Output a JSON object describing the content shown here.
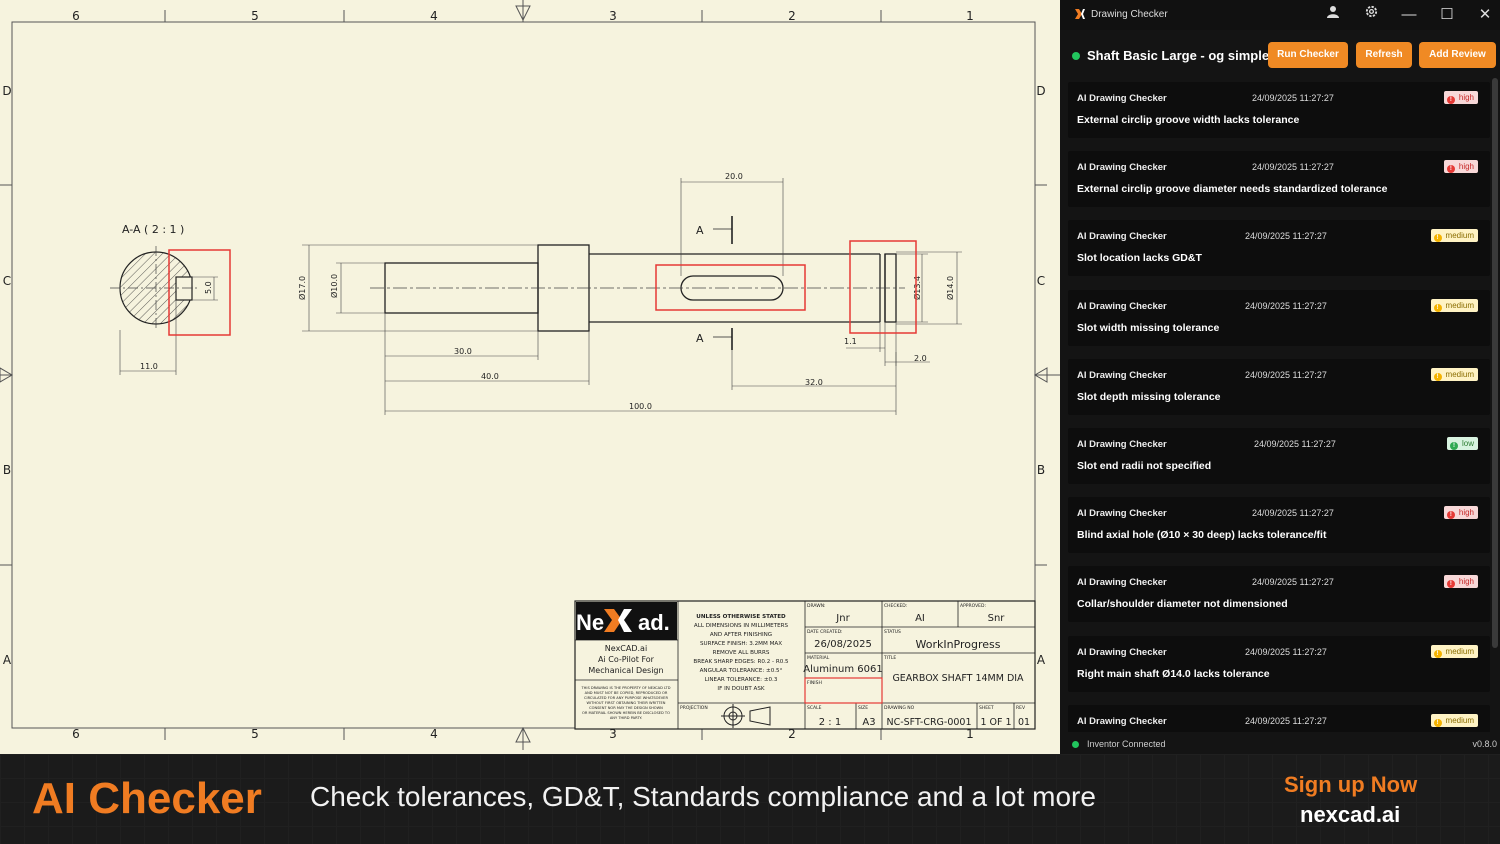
{
  "drawing": {
    "zone_cols": [
      "6",
      "5",
      "4",
      "3",
      "2",
      "1"
    ],
    "zone_rows": [
      "D",
      "C",
      "B",
      "A"
    ],
    "section_label": "A-A ( 2 : 1 )",
    "section_marks": [
      "A",
      "A"
    ],
    "dimensions": {
      "slot_depth": "5.0",
      "section_width": "11.0",
      "bore_dia": "Ø10.0",
      "collar_dia": "Ø17.0",
      "bore_depth": "30.0",
      "shaft_step": "40.0",
      "slot_len": "20.0",
      "slot_pos": "32.0",
      "overall": "100.0",
      "groove_dia": "Ø13.4",
      "shaft_dia": "Ø14.0",
      "groove_pos": "1.1",
      "groove_width": "2.0"
    },
    "title_block": {
      "logo_ne": "Ne",
      "logo_cad": "ad.",
      "company": [
        "NexCAD.ai",
        "Ai Co-Pilot For",
        "Mechanical Design"
      ],
      "notes": [
        "UNLESS OTHERWISE STATED",
        "ALL DIMENSIONS IN MILLIMETERS",
        "AND AFTER FINISHING",
        "SURFACE FINISH: 3.2MM MAX",
        "REMOVE ALL BURRS",
        "BREAK SHARP EDGES: R0.2 - R0.5",
        "ANGULAR TOLERANCE: ±0.5°",
        "LINEAR TOLERANCE: ±0.3",
        "IF IN DOUBT ASK"
      ],
      "disclaimer": [
        "THIS DRAWING IS THE PROPERTY OF NEXCAD LTD",
        "AND MUST NOT BE COPIED, REPRODUCED OR",
        "CIRCULATED FOR ANY PURPOSE WHATSOEVER",
        "WITHOUT FIRST OBTAINING THEIR WRITTEN",
        "CONSENT NOR MAY THE DESIGN SHOWN",
        "OR MATERIAL SHOWN HEREIN BE DISCLOSED TO",
        "ANY THIRD PARTY."
      ],
      "drawn_label": "DRAWN:",
      "drawn": "Jnr",
      "checked_label": "CHECKED:",
      "checked": "AI",
      "approved_label": "APPROVED:",
      "approved": "Snr",
      "date_label": "DATE CREATED:",
      "date": "26/08/2025",
      "status_label": "STATUS",
      "status": "WorkInProgress",
      "material_label": "MATERIAL",
      "material": "Aluminum 6061",
      "title_label": "TITLE",
      "title": "GEARBOX SHAFT 14MM DIA",
      "finish_label": "FINISH",
      "projection_label": "PROJECTION",
      "scale_label": "SCALE",
      "scale": "2 : 1",
      "size_label": "SIZE",
      "size": "A3",
      "drawing_no_label": "DRAWING NO",
      "drawing_no": "NC-SFT-CRG-0001",
      "sheet_label": "SHEET",
      "sheet": "1 OF 1",
      "rev_label": "REV",
      "rev": "01"
    }
  },
  "panel": {
    "app_title": "Drawing Checker",
    "doc_name": "Shaft Basic Large - og simple",
    "buttons": {
      "run": "Run Checker",
      "refresh": "Refresh",
      "add_review": "Add Review"
    },
    "issues": [
      {
        "source": "AI Drawing Checker",
        "time": "24/09/2025 11:27:27",
        "severity": "high",
        "message": "External circlip groove width lacks tolerance"
      },
      {
        "source": "AI Drawing Checker",
        "time": "24/09/2025 11:27:27",
        "severity": "high",
        "message": "External circlip groove diameter needs standardized tolerance"
      },
      {
        "source": "AI Drawing Checker",
        "time": "24/09/2025 11:27:27",
        "severity": "medium",
        "message": "Slot location lacks GD&T"
      },
      {
        "source": "AI Drawing Checker",
        "time": "24/09/2025 11:27:27",
        "severity": "medium",
        "message": "Slot width missing tolerance"
      },
      {
        "source": "AI Drawing Checker",
        "time": "24/09/2025 11:27:27",
        "severity": "medium",
        "message": "Slot depth missing tolerance"
      },
      {
        "source": "AI Drawing Checker",
        "time": "24/09/2025 11:27:27",
        "severity": "low",
        "message": "Slot end radii not specified"
      },
      {
        "source": "AI Drawing Checker",
        "time": "24/09/2025 11:27:27",
        "severity": "high",
        "message": "Blind axial hole (Ø10 × 30 deep) lacks tolerance/fit"
      },
      {
        "source": "AI Drawing Checker",
        "time": "24/09/2025 11:27:27",
        "severity": "high",
        "message": "Collar/shoulder diameter not dimensioned"
      },
      {
        "source": "AI Drawing Checker",
        "time": "24/09/2025 11:27:27",
        "severity": "medium",
        "message": "Right main shaft Ø14.0 lacks tolerance"
      },
      {
        "source": "AI Drawing Checker",
        "time": "24/09/2025 11:27:27",
        "severity": "medium",
        "message": ""
      }
    ],
    "status_text": "Inventor Connected",
    "version": "v0.8.0"
  },
  "banner": {
    "title": "AI Checker",
    "tagline": "Check tolerances, GD&T, Standards compliance and a lot more",
    "cta": "Sign up Now",
    "url": "nexcad.ai"
  },
  "colors": {
    "accent": "#f08a24",
    "high": "#e53935",
    "medium": "#f5b301",
    "low": "#2eaa52",
    "connected": "#22c55e",
    "highlight_box": "#e53935"
  }
}
